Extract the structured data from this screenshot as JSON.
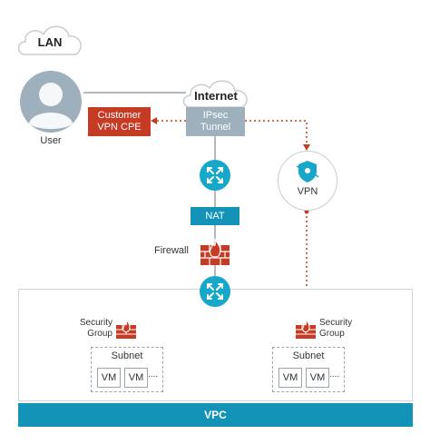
{
  "lan": {
    "label": "LAN"
  },
  "user": {
    "label": "User"
  },
  "internet": {
    "label": "Internet"
  },
  "customer_cpe": {
    "label_line1": "Customer",
    "label_line2": "VPN CPE"
  },
  "ipsec": {
    "label_line1": "IPsec",
    "label_line2": "Tunnel"
  },
  "vpn": {
    "label": "VPN"
  },
  "nat": {
    "label": "NAT"
  },
  "firewall": {
    "label": "Firewall"
  },
  "left_group": {
    "sg_line1": "Security",
    "sg_line2": "Group",
    "subnet": "Subnet",
    "vms": [
      "VM",
      "VM"
    ],
    "more": "...."
  },
  "right_group": {
    "sg_line1": "Security",
    "sg_line2": "Group",
    "subnet": "Subnet",
    "vms": [
      "VM",
      "VM"
    ],
    "more": "...."
  },
  "vpc": {
    "label": "VPC"
  },
  "colors": {
    "accent_teal": "#1493b8",
    "router_blue": "#16a7c9",
    "cpe_red": "#c53b24",
    "tunnel_gray": "#9fb0bd",
    "firewall_red": "#c53b24",
    "line_gray": "#9aa4ab"
  }
}
